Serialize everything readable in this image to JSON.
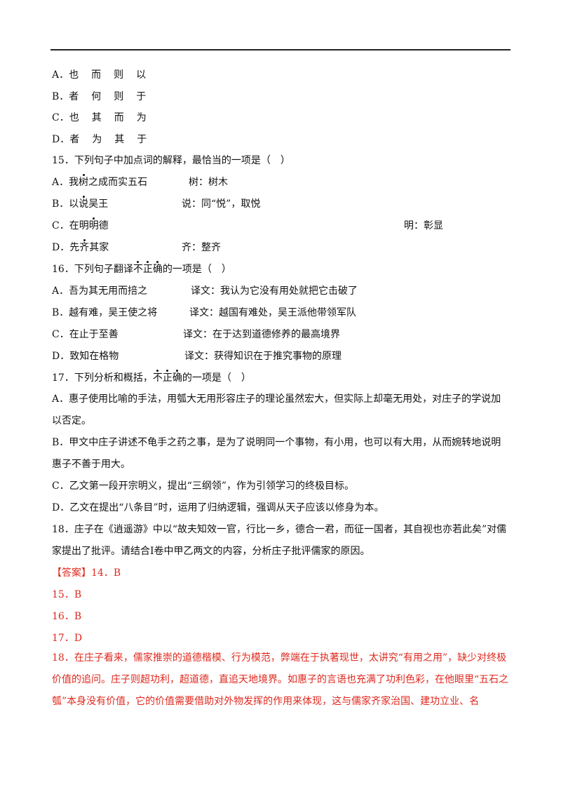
{
  "q14_options": [
    {
      "label": "A．",
      "chars": [
        "也",
        "而",
        "则",
        "以"
      ]
    },
    {
      "label": "B．",
      "chars": [
        "者",
        "何",
        "则",
        "于"
      ]
    },
    {
      "label": "C．",
      "chars": [
        "也",
        "其",
        "而",
        "为"
      ]
    },
    {
      "label": "D．",
      "chars": [
        "者",
        "为",
        "其",
        "于"
      ]
    }
  ],
  "q15": {
    "stem": "15．下列句子中加点词的解释，最恰当的一项是（　）",
    "options": [
      {
        "label": "A．",
        "pre": "我",
        "dot": "树",
        "post": "之成而实五石",
        "gloss": "树：树木"
      },
      {
        "label": "B．",
        "pre": "以",
        "dot": "说",
        "post": "吴王",
        "gloss": "说：同“悦”，取悦"
      },
      {
        "label": "C．",
        "pre": "在明",
        "dot": "明",
        "post": "德",
        "gloss": "明：彰显"
      },
      {
        "label": "D．",
        "pre": "先",
        "dot": "齐",
        "post": "其家",
        "gloss": "齐：整齐"
      }
    ]
  },
  "q16": {
    "stem_pre": "16．下列句子翻译",
    "stem_dot": [
      "不",
      "正",
      "确"
    ],
    "stem_post": "的一项是（　）",
    "options": [
      {
        "text": "A．吾为其无用而掊之",
        "gloss": "译文：我认为它没有用处就把它击破了"
      },
      {
        "text": "B．越有难，吴王使之将",
        "gloss": "译文：越国有难处，吴王派他带领军队"
      },
      {
        "text": "C．在止于至善",
        "gloss": "译文：在于达到道德修养的最高境界"
      },
      {
        "text": "D．致知在格物",
        "gloss": "译文：获得知识在于推究事物的原理"
      }
    ]
  },
  "q17": {
    "stem_pre": "17．下列分析和概括，",
    "stem_dot": [
      "不",
      "正",
      "确"
    ],
    "stem_post": "的一项是（　）",
    "options": [
      "A．惠子使用比喻的手法，用瓠大无用形容庄子的理论虽然宏大，但实际上却毫无用处，对庄子的学说加以否定。",
      "B．甲文中庄子讲述不龟手之药之事，是为了说明同一个事物，有小用，也可以有大用，从而婉转地说明惠子不善于用大。",
      "C．乙文第一段开宗明义，提出“三纲领”，作为引领学习的终极目标。",
      "D．乙文在提出“八条目”时，运用了归纳逻辑，强调从天子应该以修身为本。"
    ]
  },
  "q18": {
    "text": "18．庄子在《逍遥游》中以“故夫知效一官，行比一乡，德合一君，而征一国者，其自视也亦若此矣”对儒家提出了批评。请结合Ⅰ卷中甲乙两文的内容，分析庄子批评儒家的原因。"
  },
  "answers": {
    "tag": "【答案】",
    "a14": "14．B",
    "a15": "15．B",
    "a16": "16．B",
    "a17": "17．D",
    "a18": "18．在庄子看来，儒家推崇的道德楷模、行为模范，弊端在于执著现世，太讲究“有用之用”，缺少对终极价值的追问。庄子则超功利，超道德，直追天地境界。如惠子的言语也充满了功利色彩，在他眼里“五石之瓠”本身没有价值，它的价值需要借助对外物发挥的作用来体现，这与儒家齐家治国、建功立业、名"
  },
  "colors": {
    "answer": "#e0281e",
    "text": "#111111"
  }
}
